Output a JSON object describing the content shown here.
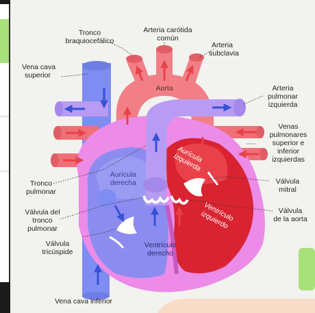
{
  "colors": {
    "oxygenated": "#e8414a",
    "deoxygenated": "#3950d8",
    "aorta": "#f27f86",
    "vena_cava": "#7f8cf2",
    "pulmonary_artery": "#b89cf4",
    "outer_wall": "#ec8be8",
    "left_chambers": "#d92330",
    "right_chambers": "#8c8cf0",
    "page_background": "#f2f2ee",
    "side_panel_accent": "#a8e07a",
    "corner_box": "#f9dcc8"
  },
  "labels": {
    "tronco_braquiocefalico_1": "Tronco",
    "tronco_braquiocefalico_2": "braquiocefálico",
    "arteria_carotida_1": "Arteria carótida",
    "arteria_carotida_2": "común",
    "arteria_subclavia_1": "Arteria",
    "arteria_subclavia_2": "subclavia",
    "aorta": "Aorta",
    "vena_cava_superior_1": "Vena cava",
    "vena_cava_superior_2": "superior",
    "arteria_pulmonar_izq_1": "Arteria",
    "arteria_pulmonar_izq_2": "pulmonar",
    "arteria_pulmonar_izq_3": "izquierda",
    "venas_pulmonares_1": "Venas",
    "venas_pulmonares_2": "pulmonares",
    "venas_pulmonares_3": "superior e",
    "venas_pulmonares_4": "inferior",
    "venas_pulmonares_5": "izquierdas",
    "auricula_izquierda_1": "Aurícula",
    "auricula_izquierda_2": "izquierda",
    "auricula_derecha_1": "Aurícula",
    "auricula_derecha_2": "derecha",
    "tronco_pulmonar_1": "Tronco",
    "tronco_pulmonar_2": "pulmonar",
    "valvula_mitral_1": "Válvula",
    "valvula_mitral_2": "mitral",
    "valvula_tronco_pulmonar_1": "Válvula del",
    "valvula_tronco_pulmonar_2": "tronco",
    "valvula_tronco_pulmonar_3": "pulmonar",
    "ventriculo_izquierdo_1": "Ventrículo",
    "ventriculo_izquierdo_2": "izquierdo",
    "valvula_aorta_1": "Válvula",
    "valvula_aorta_2": "de la aorta",
    "valvula_tricuspide_1": "Válvula",
    "valvula_tricuspide_2": "tricúspide",
    "ventriculo_derecho_1": "Ventrículo",
    "ventriculo_derecho_2": "derecho",
    "vena_cava_inferior": "Vena cava inferior"
  }
}
